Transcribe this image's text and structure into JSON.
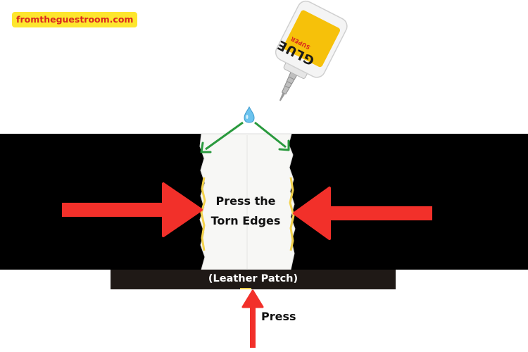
{
  "watermark": {
    "text": "fromtheguestroom.com"
  },
  "glue": {
    "brand": "GLUE",
    "sub": "SUPER"
  },
  "labels": {
    "press_edges_line1": "Press the",
    "press_edges_line2": "Torn Edges",
    "patch": "(Leather Patch)",
    "press": "Press"
  },
  "icons": [
    "glue-bottle-icon",
    "glue-drop-icon",
    "arrow-right-icon",
    "arrow-left-icon",
    "arrow-up-icon"
  ],
  "colors": {
    "belt": "#000000",
    "tear": "#f7f7f5",
    "patch": "#1f1916",
    "red_arrow": "#f2302a",
    "green_arrow": "#2a9a3e",
    "edge_glue": "#f3d24c",
    "bottle": "#f4f4f4",
    "bottle_label": "#f6c10a",
    "watermark_bg": "#fde62e",
    "watermark_text": "#d9281e"
  }
}
